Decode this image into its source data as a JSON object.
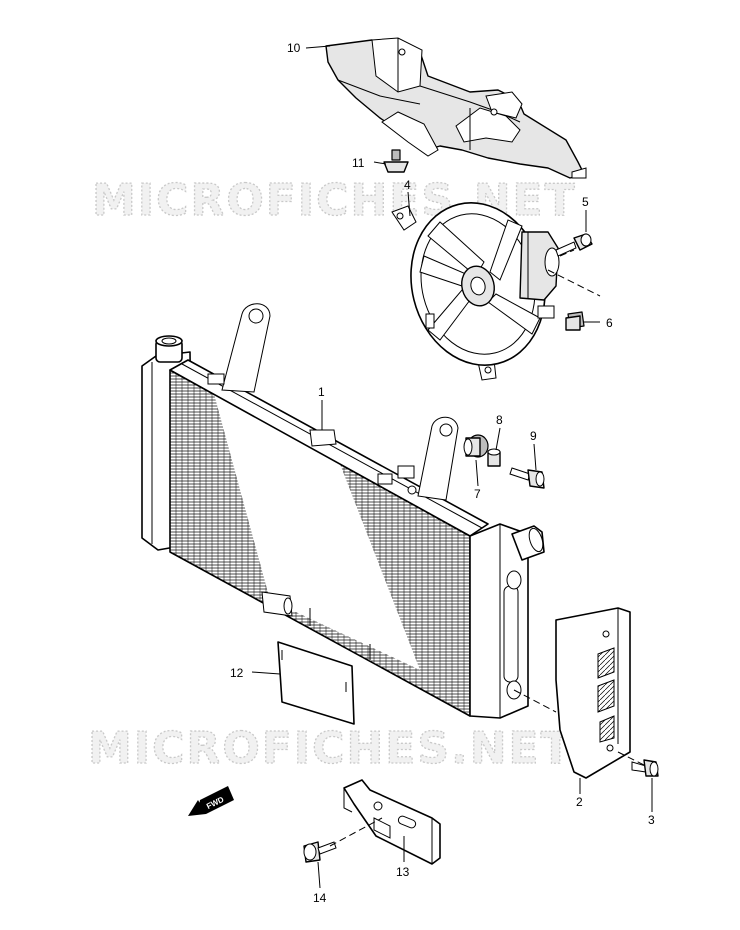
{
  "watermark": {
    "text": "MICROFICHES.NET"
  },
  "direction_marker": {
    "text": "FWD"
  },
  "callouts": [
    {
      "id": "1",
      "text": "1"
    },
    {
      "id": "2",
      "text": "2"
    },
    {
      "id": "3",
      "text": "3"
    },
    {
      "id": "4",
      "text": "4"
    },
    {
      "id": "5",
      "text": "5"
    },
    {
      "id": "6",
      "text": "6"
    },
    {
      "id": "7",
      "text": "7"
    },
    {
      "id": "8",
      "text": "8"
    },
    {
      "id": "9",
      "text": "9"
    },
    {
      "id": "10",
      "text": "10"
    },
    {
      "id": "11",
      "text": "11"
    },
    {
      "id": "12",
      "text": "12"
    },
    {
      "id": "13",
      "text": "13"
    },
    {
      "id": "14",
      "text": "14"
    }
  ]
}
